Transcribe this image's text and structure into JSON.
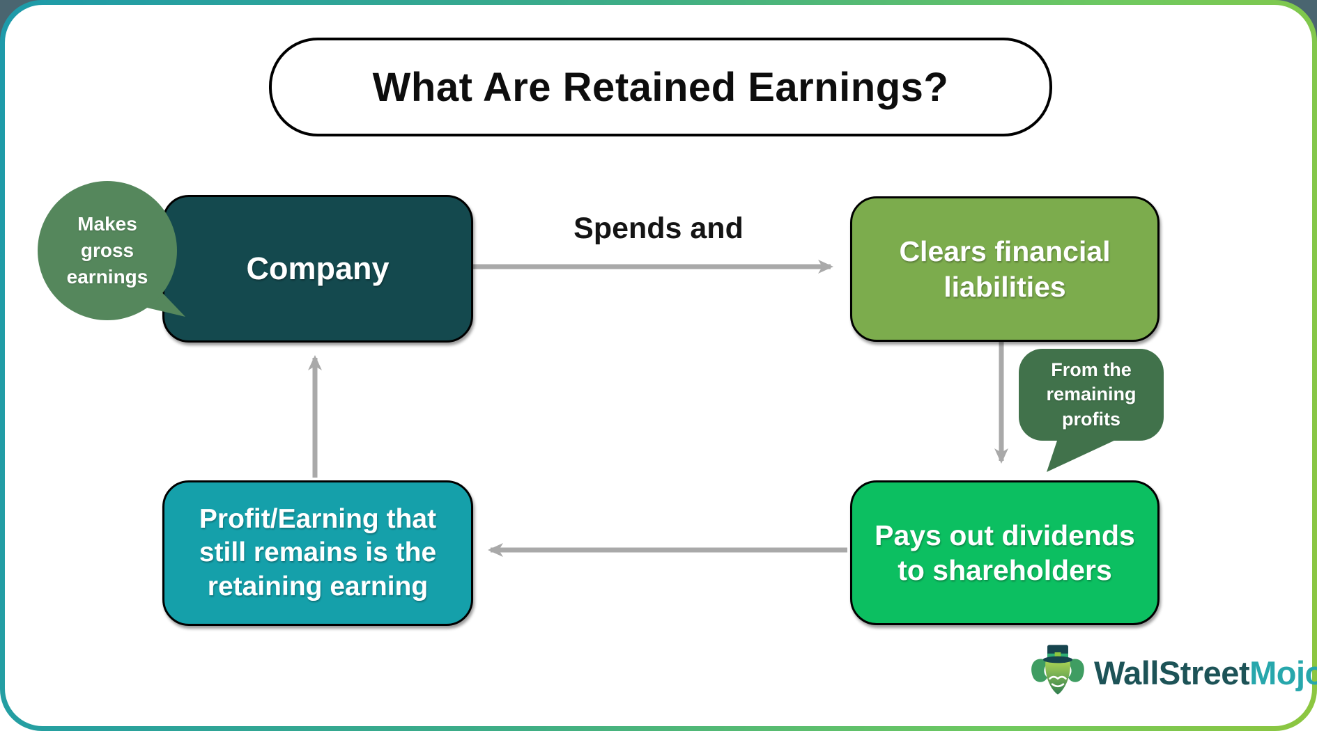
{
  "title": "What Are Retained Earnings?",
  "nodes": {
    "company": {
      "label": "Company",
      "color": "#14494e"
    },
    "clears": {
      "label": "Clears financial\nliabilities",
      "color": "#7cac4d"
    },
    "pays": {
      "label": "Pays out dividends\nto shareholders",
      "color": "#0cbf61"
    },
    "retained": {
      "label": "Profit/Earning that\nstill remains is the\nretaining earning",
      "color": "#15a0aa"
    }
  },
  "callouts": {
    "makes_gross": {
      "label": "Makes\ngross\nearnings",
      "color": "#55875c"
    },
    "from_profits": {
      "label": "From the\nremaining\nprofits",
      "color": "#41724b"
    }
  },
  "edges": {
    "spends_label": "Spends and"
  },
  "logo": {
    "part1": "WallStreet",
    "part2": "Mojo",
    "part1_color": "#1d5357",
    "part2_color": "#27a7ac"
  },
  "colors": {
    "arrow": "#a9a9a9",
    "border_gradient_start": "#1d9aaa",
    "border_gradient_end": "#8dc63f",
    "corner_backdrop": "#4a6570",
    "node_text": "#ffffff",
    "title_text": "#0d0d0d"
  }
}
